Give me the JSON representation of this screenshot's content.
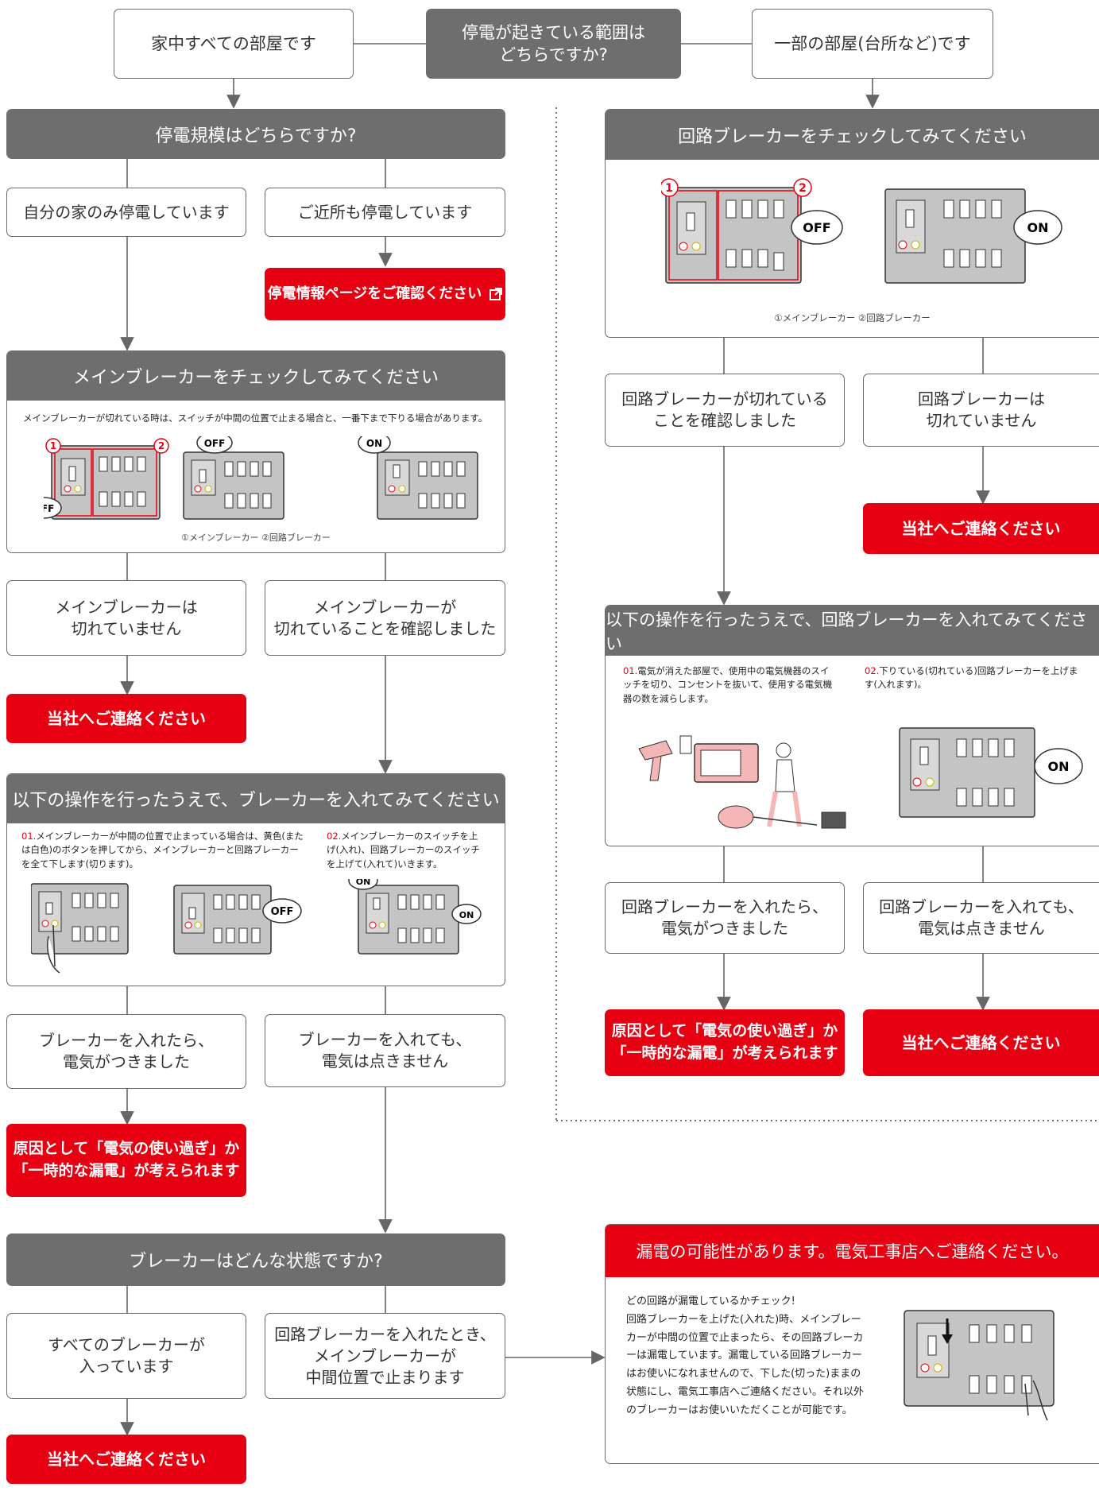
{
  "question_top": "停電が起きている範囲は\nどちらですか?",
  "left_choice": "家中すべての部屋です",
  "right_choice": "一部の部屋(台所など)です",
  "left": {
    "scale_q": "停電規模はどちらですか?",
    "own_house": "自分の家のみ停電しています",
    "neighbors": "ご近所も停電しています",
    "outage_info_btn": "停電情報ページをご確認ください",
    "main_check": {
      "title": "メインブレーカーをチェックしてみてください",
      "note": "メインブレーカーが切れている時は、スイッチが中間の位置で止まる場合と、一番下まで下りる場合があります。",
      "caption": "①メインブレーカー ②回路ブレーカー"
    },
    "not_off": "メインブレーカーは\n切れていません",
    "confirmed_off": "メインブレーカーが\n切れていることを確認しました",
    "contact1": "当社へご連絡ください",
    "operate": {
      "title": "以下の操作を行ったうえで、ブレーカーを入れてみてください",
      "step1_num": "01.",
      "step1": "メインブレーカーが中間の位置で止まっている場合は、黄色(または白色)のボタンを押してから、メインブレーカーと回路ブレーカーを全て下します(切ります)。",
      "step2_num": "02.",
      "step2": "メインブレーカーのスイッチを上げ(入れ)、回路ブレーカーのスイッチを上げて(入れて)いきます。"
    },
    "lit": "ブレーカーを入れたら、\n電気がつきました",
    "not_lit": "ブレーカーを入れても、\n電気は点きません",
    "cause": "原因として「電気の使い過ぎ」か\n「一時的な漏電」が考えられます",
    "state_q": "ブレーカーはどんな状態ですか?",
    "all_on": "すべてのブレーカーが\n入っています",
    "stops_mid": "回路ブレーカーを入れたとき、\nメインブレーカーが\n中間位置で止まります",
    "contact2": "当社へご連絡ください"
  },
  "right": {
    "circuit_check": {
      "title": "回路ブレーカーをチェックしてみてください",
      "caption": "①メインブレーカー ②回路ブレーカー"
    },
    "confirmed_off": "回路ブレーカーが切れている\nことを確認しました",
    "not_off": "回路ブレーカーは\n切れていません",
    "contact1": "当社へご連絡ください",
    "operate": {
      "title": "以下の操作を行ったうえで、回路ブレーカーを入れてみてください",
      "step1_num": "01.",
      "step1": "電気が消えた部屋で、使用中の電気機器のスイッチを切り、コンセントを抜いて、使用する電気機器の数を減らします。",
      "step2_num": "02.",
      "step2": "下りている(切れている)回路ブレーカーを上げます(入れます)。"
    },
    "lit": "回路ブレーカーを入れたら、\n電気がつきました",
    "not_lit": "回路ブレーカーを入れても、\n電気は点きません",
    "cause": "原因として「電気の使い過ぎ」か\n「一時的な漏電」が考えられます",
    "contact2": "当社へご連絡ください"
  },
  "leak": {
    "title": "漏電の可能性があります。電気工事店へご連絡ください。",
    "lead": "どの回路が漏電しているかチェック!",
    "body": "回路ブレーカーを上げた(入れた)時、メインブレーカーが中間の位置で止まったら、その回路ブレーカーは漏電しています。漏電している回路ブレーカーはお使いになれませんので、下した(切った)ままの状態にし、電気工事店へご連絡ください。それ以外のブレーカーはお使いいただくことが可能です。"
  },
  "labels": {
    "off": "OFF",
    "on": "ON",
    "n1": "1",
    "n2": "2"
  },
  "colors": {
    "red": "#e60012",
    "dark": "#6e6e6e",
    "panel": "#c4c4c4"
  }
}
